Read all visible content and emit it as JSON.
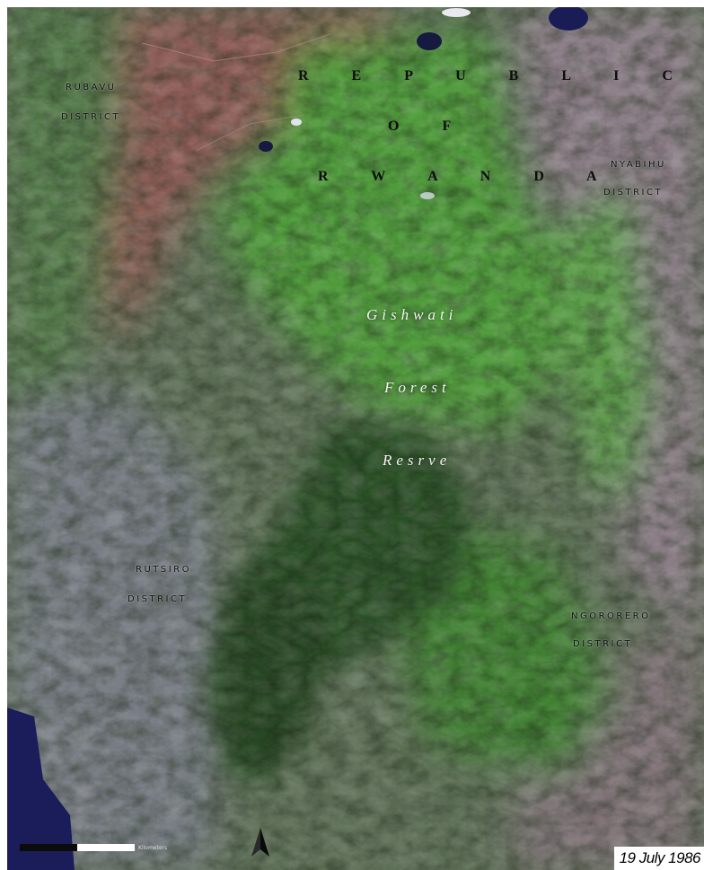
{
  "map": {
    "country_label": [
      "R E P U B L I C",
      "O F",
      "R W A N D A"
    ],
    "districts": {
      "rubavu": [
        "RUBAVU",
        "DISTRICT"
      ],
      "nyabihu": [
        "NYABIHU",
        "DISTRICT"
      ],
      "rutsiro": [
        "RUTSIRO",
        "DISTRICT"
      ],
      "ngororero": [
        "NGORORERO",
        "DISTRICT"
      ]
    },
    "forest_label": [
      "Gishwati",
      "Forest",
      "Resrve"
    ],
    "scale_units": "Kilometers",
    "date": "19 July 1986",
    "colors": {
      "forest_dense": "#2f5a26",
      "vegetation": "#55a83d",
      "bare_pink": "#9c6a72",
      "urban_red": "#8c5450",
      "water": "#1d1f5c",
      "hills_gray": "#7b7a86"
    },
    "icons": {
      "north_arrow": "north-arrow-icon"
    }
  }
}
